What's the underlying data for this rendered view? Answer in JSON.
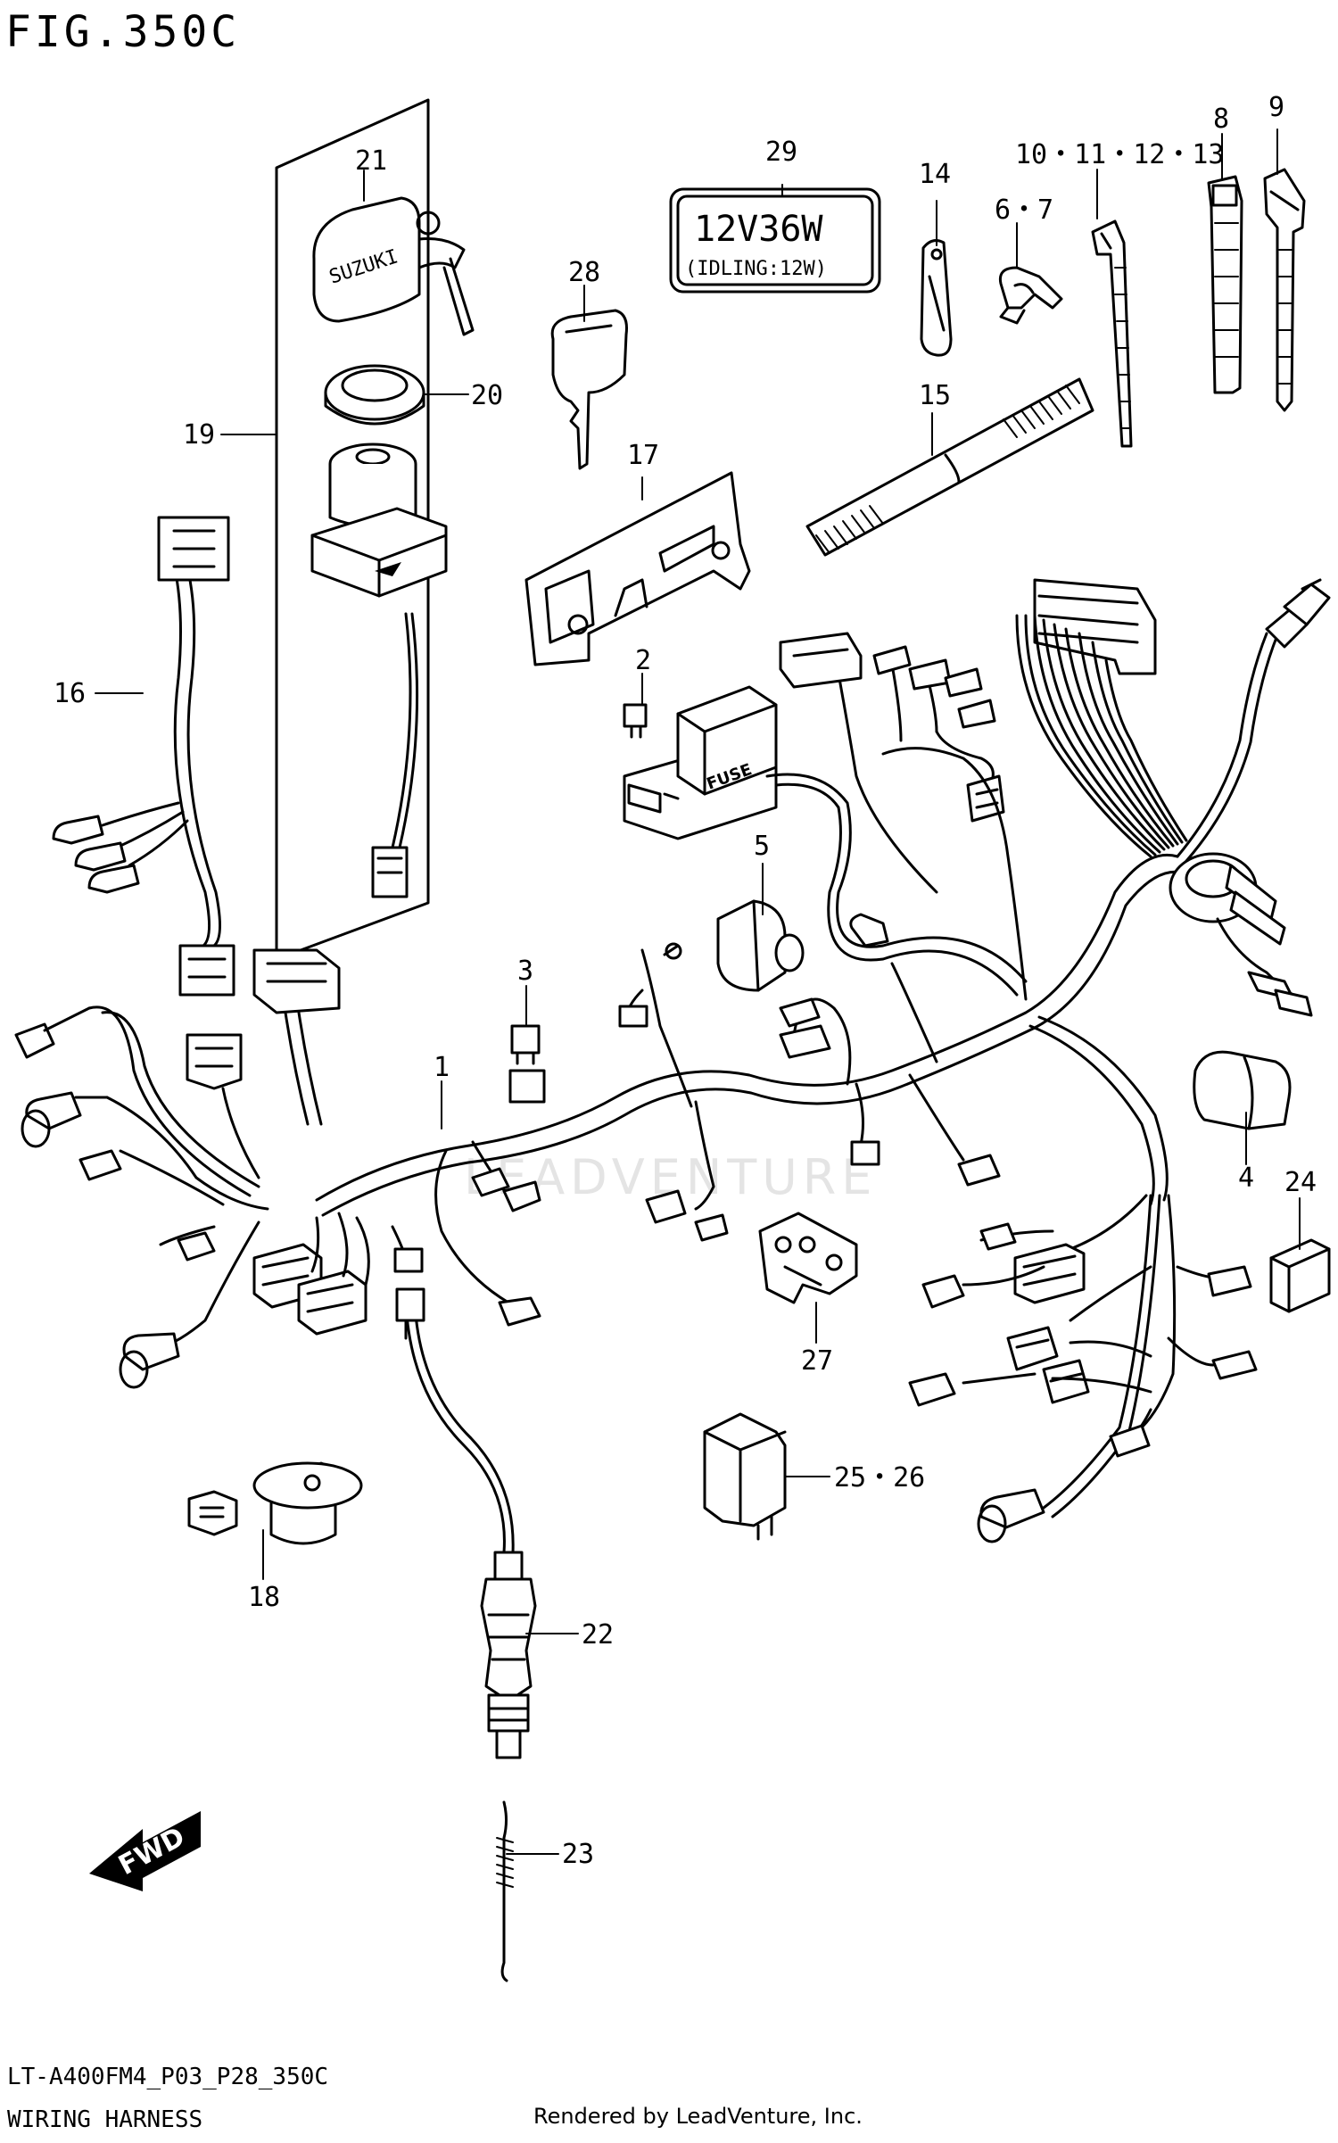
{
  "figure": {
    "title": "FIG.350C",
    "model_code": "LT-A400FM4_P03_P28_350C",
    "section_name": "WIRING HARNESS",
    "credit": "Rendered by LeadVenture, Inc.",
    "watermark": "LEADVENTURE"
  },
  "bulb_label": {
    "main": "12V36W",
    "sub": "(IDLING:12W)"
  },
  "fuse_text": "FUSE",
  "key_brand": "SUZUKI",
  "fwd_text": "FWD",
  "callouts": {
    "c1": "1",
    "c2": "2",
    "c3": "3",
    "c4": "4",
    "c5": "5",
    "c6_7": "6・7",
    "c8": "8",
    "c9": "9",
    "c10_13": "10・11・12・13",
    "c14": "14",
    "c15": "15",
    "c16": "16",
    "c17": "17",
    "c18": "18",
    "c19": "19",
    "c20": "20",
    "c21": "21",
    "c22": "22",
    "c23": "23",
    "c24": "24",
    "c25_26": "25・26",
    "c27": "27",
    "c28": "28",
    "c29": "29"
  },
  "colors": {
    "ink": "#000000",
    "paper": "#ffffff",
    "watermark": "#e4e4e4"
  }
}
